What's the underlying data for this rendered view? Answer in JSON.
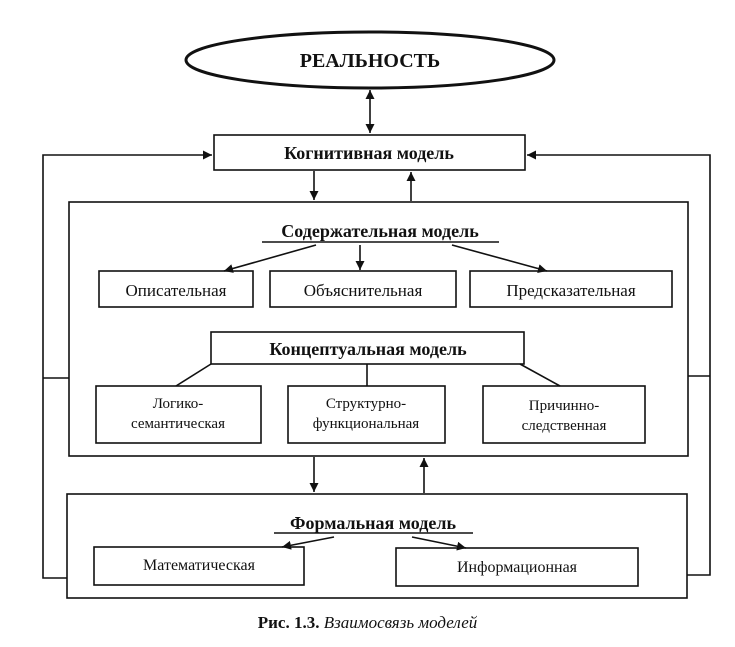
{
  "diagram": {
    "reality": "РЕАЛЬНОСТЬ",
    "cognitive": "Когнитивная модель",
    "content": {
      "title": "Содержательная модель",
      "items": [
        "Описательная",
        "Объяснительная",
        "Предсказательная"
      ]
    },
    "conceptual": {
      "title": "Концептуальная модель",
      "items": [
        [
          "Логико-",
          "семантическая"
        ],
        [
          "Структурно-",
          "функциональная"
        ],
        [
          "Причинно-",
          "следственная"
        ]
      ]
    },
    "formal": {
      "title": "Формальная модель",
      "items": [
        "Математическая",
        "Информационная"
      ]
    }
  },
  "caption": {
    "number": "Рис. 1.3.",
    "text": "Взаимосвязь моделей"
  }
}
